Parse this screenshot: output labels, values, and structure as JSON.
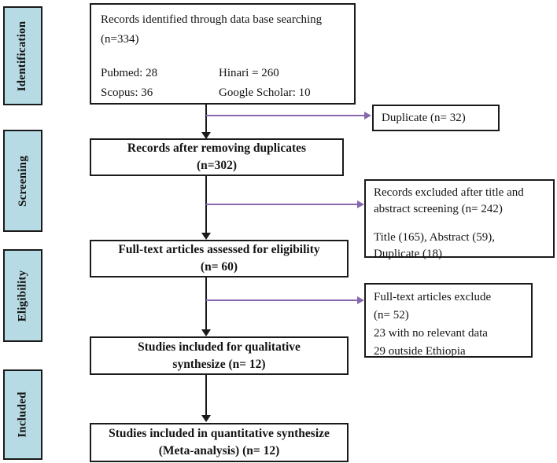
{
  "stages": [
    {
      "label": "Identification"
    },
    {
      "label": "Screening"
    },
    {
      "label": "Eligibility"
    },
    {
      "label": "Included"
    }
  ],
  "flow": {
    "identified": {
      "line1": "Records identified through data base searching",
      "line2": "(n=334)",
      "sources": {
        "pubmed": "Pubmed: 28",
        "hinari": "Hinari = 260",
        "scopus": "Scopus: 36",
        "google": "Google Scholar: 10"
      }
    },
    "deduplicated": {
      "line1": "Records after removing duplicates",
      "line2": "(n=302)"
    },
    "fulltext": {
      "line1": "Full-text articles assessed for eligibility",
      "line2": "(n= 60)"
    },
    "qualitative": {
      "line1": "Studies included for qualitative",
      "line2": "synthesize (n= 12)"
    },
    "quantitative": {
      "line1": "Studies included in quantitative synthesize",
      "line2": "(Meta-analysis) (n= 12)"
    }
  },
  "exclusions": {
    "duplicate": {
      "line1": "Duplicate (n= 32)"
    },
    "screening": {
      "line1": "Records excluded after title and",
      "line2": "abstract screening (n= 242)",
      "line3": "Title (165), Abstract (59),",
      "line4": "Duplicate (18)"
    },
    "fulltext": {
      "line1": "Full-text articles exclude",
      "line2": "(n= 52)",
      "line3": "23 with no relevant data",
      "line4": "29 outside Ethiopia"
    }
  },
  "colors": {
    "stage_fill": "#b7dbe4",
    "flow_arrow": "#1a1a1a",
    "exclusion_arrow": "#8767ae",
    "border": "#1a1a1a"
  }
}
